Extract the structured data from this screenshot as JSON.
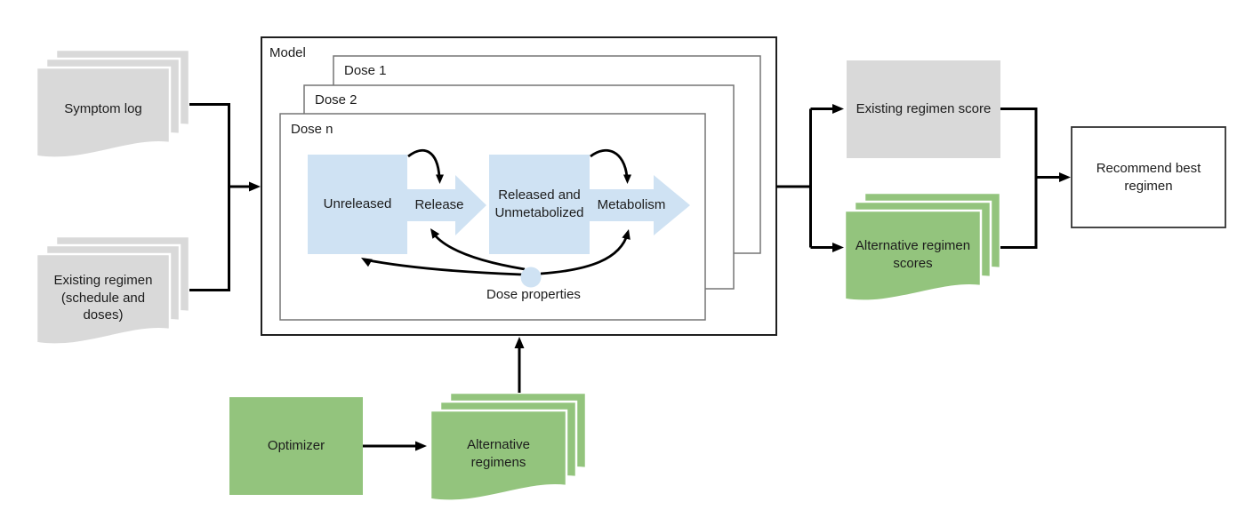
{
  "palette": {
    "document_gray": "#d9d9d9",
    "green": "#93c47d",
    "light_blue": "#cfe2f3",
    "line_black": "#000000"
  },
  "inputs": {
    "symptom_log": "Symptom log",
    "existing_regimen": "Existing regimen\n(schedule and\ndoses)"
  },
  "model": {
    "title": "Model",
    "dose_layers": {
      "dose1": "Dose 1",
      "dose2": "Dose 2",
      "dose_n": "Dose n"
    },
    "pipeline": {
      "unreleased": "Unreleased",
      "release": "Release",
      "released_unmetabolized": "Released and\nUnmetabolized",
      "metabolism": "Metabolism",
      "dose_properties": "Dose properties"
    }
  },
  "outputs": {
    "existing_regimen_score": "Existing regimen score",
    "alternative_regimen_scores": "Alternative regimen\nscores",
    "recommend_best_regimen": "Recommend best\nregimen"
  },
  "optimizer_flow": {
    "optimizer": "Optimizer",
    "alternative_regimens": "Alternative\nregimens"
  }
}
